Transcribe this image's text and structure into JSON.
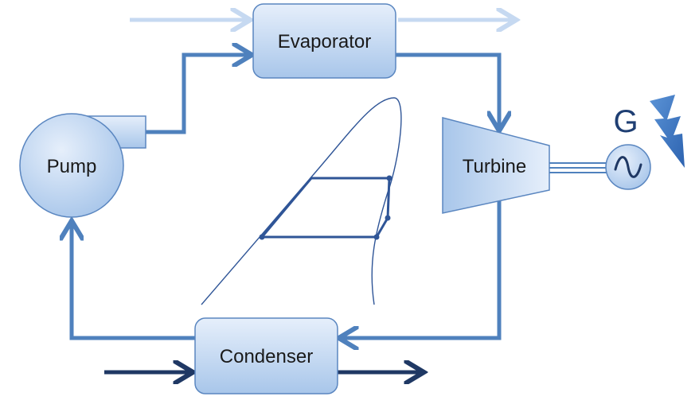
{
  "components": {
    "evaporator": "Evaporator",
    "pump": "Pump",
    "turbine": "Turbine",
    "condenser": "Condenser",
    "generator": "G"
  },
  "colors": {
    "cycle_line": "#4f81bd",
    "heat_source_stream": "#c6d9f1",
    "cooling_stream": "#1f3864",
    "component_fill_top": "#e4eefb",
    "component_fill_bottom": "#a9c7ea",
    "component_stroke": "#5a86c0",
    "lightning": "#3c76c4"
  },
  "icons": {
    "generator_symbol": "sine-wave-icon",
    "lightning": "lightning-bolt-icon"
  }
}
